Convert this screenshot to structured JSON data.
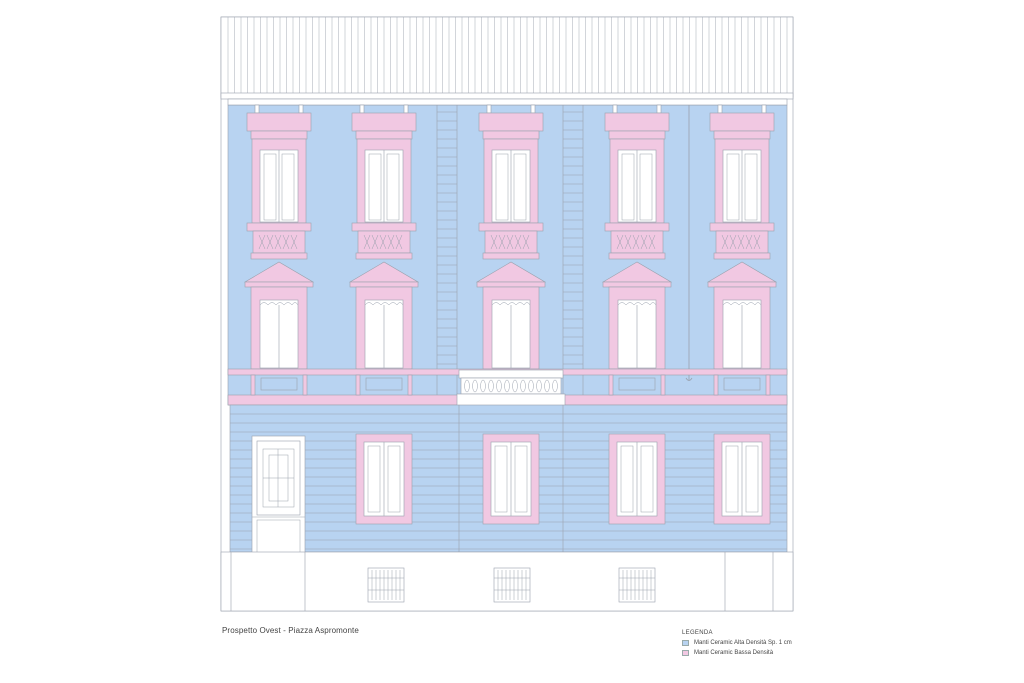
{
  "caption": "Prospetto Ovest - Piazza Aspromonte",
  "legend": {
    "title": "LEGENDA",
    "items": [
      {
        "label": "Manti Ceramic Alta Densità Sp. 1 cm",
        "color": "#b8d3f1"
      },
      {
        "label": "Manti Ceramic Bassa Densità",
        "color": "#f1c8e2"
      }
    ]
  },
  "colors": {
    "high_density": "#b8d3f1",
    "low_density": "#f1c8e2",
    "line": "#9aa1ad",
    "white": "#ffffff"
  }
}
